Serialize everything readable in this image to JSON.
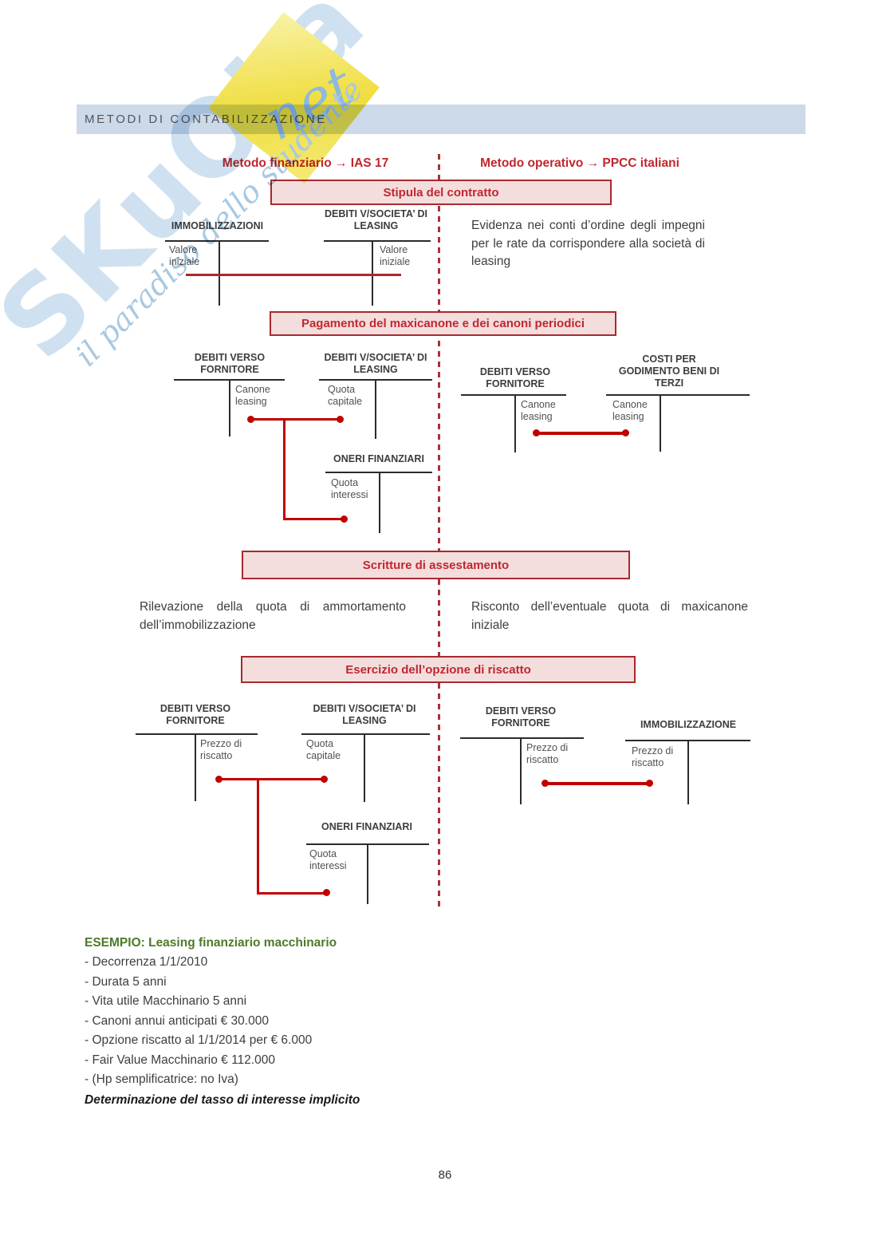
{
  "header": {
    "title": "METODI DI CONTABILIZZAZIONE"
  },
  "watermark": {
    "brand": "SKuOLa",
    "net": "net",
    "tagline": "il paradiso dello studente"
  },
  "method_headers": {
    "left": "Metodo finanziario → IAS 17",
    "right": "Metodo operativo → PPCC italiani"
  },
  "section_boxes": {
    "stipula": "Stipula del contratto",
    "pagamento": "Pagamento del maxicanone e dei canoni periodici",
    "scritture": "Scritture di assestamento",
    "esercizio": "Esercizio dell’opzione di riscatto"
  },
  "notes": {
    "stipula_right": "Evidenza nei conti d’ordine degli impegni per le rate da corrispondere alla società di leasing",
    "scritture_left": "Rilevazione della quota di ammortamento dell’immobilizzazione",
    "scritture_right": "Risconto dell’eventuale quota di maxicanone iniziale"
  },
  "taccounts": [
    {
      "title": "IMMOBILIZZAZIONI",
      "entry": "Valore iniziale",
      "side": "debit"
    },
    {
      "title": "DEBITI V/SOCIETA’ DI LEASING",
      "entry": "Valore iniziale",
      "side": "credit"
    },
    {
      "title": "DEBITI VERSO FORNITORE",
      "entry": "Canone leasing",
      "side": "credit"
    },
    {
      "title": "DEBITI V/SOCIETA’ DI LEASING",
      "entry": "Quota capitale",
      "side": "debit"
    },
    {
      "title": "ONERI FINANZIARI",
      "entry": "Quota interessi",
      "side": "debit"
    },
    {
      "title": "DEBITI VERSO FORNITORE",
      "entry": "Canone leasing",
      "side": "credit"
    },
    {
      "title": "COSTI PER GODIMENTO BENI DI TERZI",
      "entry": "Canone leasing",
      "side": "debit"
    },
    {
      "title": "DEBITI VERSO FORNITORE",
      "entry": "Prezzo di riscatto",
      "side": "credit"
    },
    {
      "title": "DEBITI V/SOCIETA’ DI LEASING",
      "entry": "Quota capitale",
      "side": "debit"
    },
    {
      "title": "ONERI FINANZIARI",
      "entry": "Quota interessi",
      "side": "debit"
    },
    {
      "title": "DEBITI VERSO FORNITORE",
      "entry": "Prezzo di riscatto",
      "side": "credit"
    },
    {
      "title": "IMMOBILIZZAZIONE",
      "entry": "Prezzo di riscatto",
      "side": "debit"
    }
  ],
  "example": {
    "title": "ESEMPIO: Leasing finanziario macchinario",
    "items": [
      "- Decorrenza 1/1/2010",
      "- Durata 5 anni",
      "- Vita utile Macchinario 5 anni",
      "- Canoni annui anticipati € 30.000",
      "- Opzione riscatto al 1/1/2014 per € 6.000",
      "- Fair Value Macchinario € 112.000",
      "- (Hp semplificatrice: no Iva)"
    ],
    "footer": "Determinazione del tasso di interesse implicito"
  },
  "page_number": "86",
  "colors": {
    "accent_red": "#a8292e",
    "box_fill": "#f3dedd",
    "connector_red": "#c00000",
    "header_bar": "#ccd9e9",
    "example_green": "#4e7a28"
  }
}
